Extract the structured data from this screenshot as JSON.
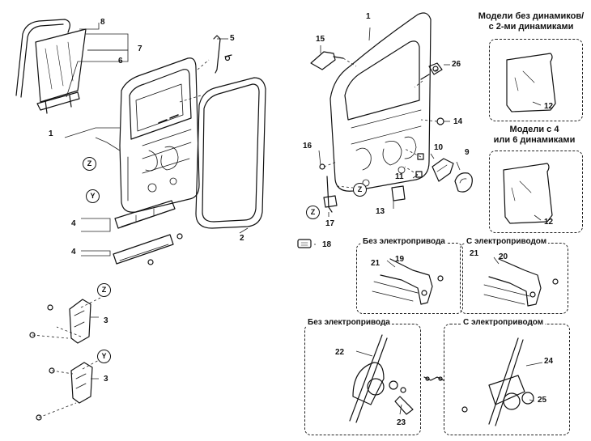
{
  "callouts": {
    "c1a": "1",
    "c2": "2",
    "c3a": "3",
    "c3b": "3",
    "c4a": "4",
    "c4b": "4",
    "c5": "5",
    "c6": "6",
    "c7": "7",
    "c8": "8",
    "c1b": "1",
    "c9": "9",
    "c10": "10",
    "c11": "11",
    "c12a": "12",
    "c12b": "12",
    "c13": "13",
    "c14": "14",
    "c15": "15",
    "c16": "16",
    "c17": "17",
    "c18": "18",
    "c19": "19",
    "c20": "20",
    "c21a": "21",
    "c21b": "21",
    "c22": "22",
    "c23": "23",
    "c24": "24",
    "c25": "25",
    "c26": "26"
  },
  "markers": {
    "z1": "Z",
    "y1": "Y",
    "z2": "Z",
    "y2": "Y",
    "z3": "Z",
    "z4": "Z"
  },
  "headers": {
    "models_no_speakers": "Модели без динамиков/\nс 2-ми динамиками",
    "models_4_6_speakers": "Модели с 4\nили 6 динамиками"
  },
  "sections": {
    "lock_no_power": "Без электропривода",
    "lock_power": "С электроприводом",
    "window_no_power": "Без электропривода",
    "window_power": "С электроприводом"
  }
}
